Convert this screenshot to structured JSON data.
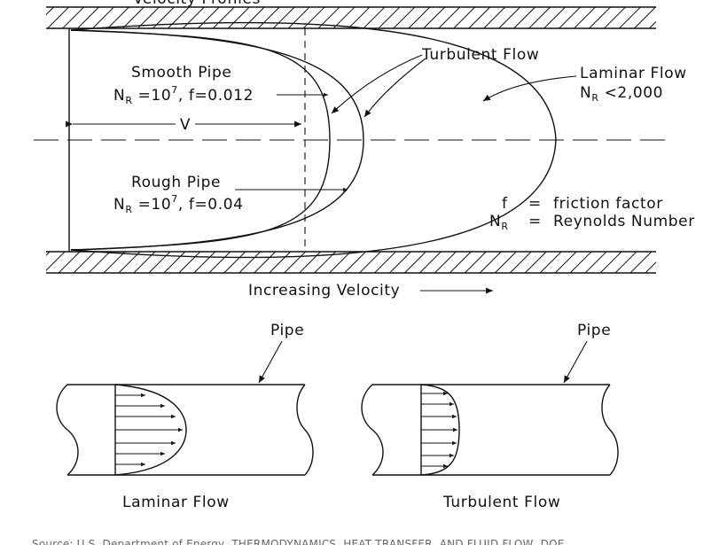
{
  "top": {
    "title_partial": "Velocity Profiles",
    "smooth_pipe": {
      "title": "Smooth Pipe",
      "nr_prefix": "N",
      "nr_sub": "R",
      "nr_eq": " =10",
      "nr_exp": "7",
      "friction": ", f=0.012"
    },
    "rough_pipe": {
      "title": "Rough Pipe",
      "nr_prefix": "N",
      "nr_sub": "R",
      "nr_eq": " =10",
      "nr_exp": "7",
      "friction": ", f=0.04"
    },
    "velocity_label": "V",
    "turbulent_flow": "Turbulent Flow",
    "laminar_flow": {
      "title": "Laminar Flow",
      "nr_prefix": "N",
      "nr_sub": "R",
      "nr_rest": " <2,000"
    },
    "legend": {
      "f_symbol": "f",
      "f_eq": "=",
      "f_text": "friction factor",
      "n_symbol": "N",
      "n_sub": "R",
      "n_eq": "=",
      "n_text": "Reynolds Number"
    },
    "increasing_velocity": "Increasing Velocity"
  },
  "bottom": {
    "left": {
      "pipe_label": "Pipe",
      "caption": "Laminar Flow"
    },
    "right": {
      "pipe_label": "Pipe",
      "caption": "Turbulent Flow"
    }
  },
  "source": "Source: U.S. Department of Energy, THERMODYNAMICS, HEAT TRANSFER, AND FLUID FLOW, DOE"
}
